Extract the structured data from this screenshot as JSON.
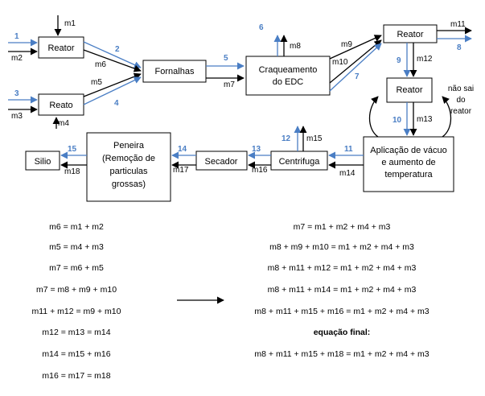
{
  "colors": {
    "stream": "#4a7ec4",
    "arrow": "#000000",
    "box_border": "#000000"
  },
  "boxes": {
    "reator1": "Reator",
    "reato2": "Reato",
    "fornalhas": "Fornalhas",
    "craqueamento": [
      "Craqueamento",
      "do EDC"
    ],
    "reator3": "Reator",
    "reator4": "Reator",
    "aplicacao": [
      "Aplicação de vácuo",
      "e aumento de",
      "temperatura"
    ],
    "centrifuga": "Centrifuga",
    "secador": "Secador",
    "peneira": [
      "Peneira",
      "(Remoção de",
      "particulas",
      "grossas)"
    ],
    "silo": "Silio"
  },
  "side_note": [
    "não sai",
    "do",
    "reator"
  ],
  "stream_numbers": [
    "1",
    "2",
    "3",
    "4",
    "5",
    "6",
    "7",
    "8",
    "9",
    "10",
    "11",
    "12",
    "13",
    "14",
    "15"
  ],
  "mass_labels": [
    "m1",
    "m2",
    "m3",
    "m4",
    "m5",
    "m6",
    "m7",
    "m8",
    "m9",
    "m10",
    "m11",
    "m12",
    "m13",
    "m14",
    "m15",
    "m16",
    "m17",
    "m18"
  ],
  "equations_left": [
    "m6 = m1 + m2",
    "m5 = m4 + m3",
    "m7 = m6 + m5",
    "m7 = m8 + m9 + m10",
    "m11 + m12 = m9 + m10",
    "m12 = m13 = m14",
    "m14 = m15 + m16",
    "m16 = m17 = m18"
  ],
  "equations_right": [
    "m7 = m1 + m2 + m4 + m3",
    "m8 + m9 + m10 = m1 + m2 + m4 + m3",
    "m8 + m11 + m12 = m1 + m2 + m4 + m3",
    "m8 + m11 + m14 = m1 + m2 + m4 + m3",
    "m8 + m11 + m15 + m16 = m1 + m2 + m4 + m3"
  ],
  "final_label": "equação final:",
  "final_equation": "m8 + m11 + m15 + m18 = m1 + m2 + m4 + m3"
}
